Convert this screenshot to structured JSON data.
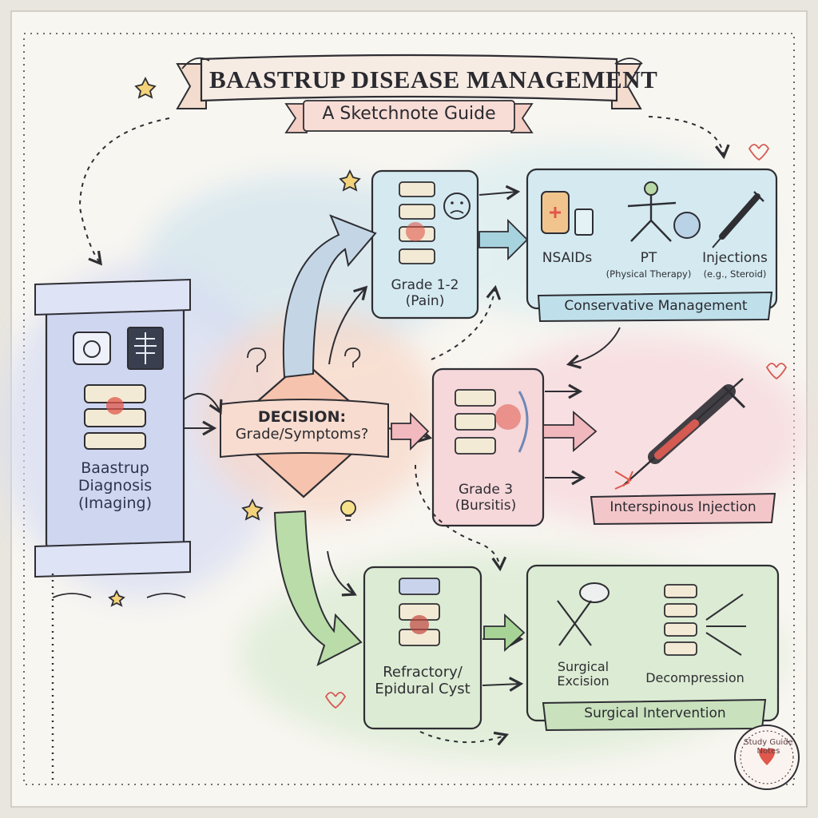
{
  "title": "BAASTRUP DISEASE MANAGEMENT",
  "subtitle": "A Sketchnote Guide",
  "diagnosis": {
    "label": "Baastrup\nDiagnosis\n(Imaging)"
  },
  "decision": {
    "heading": "DECISION:",
    "question": "Grade/Symptoms?"
  },
  "grade12": {
    "label": "Grade 1-2",
    "detail": "(Pain)"
  },
  "grade3": {
    "label": "Grade 3",
    "detail": "(Bursitis)"
  },
  "refractory": {
    "label": "Refractory/\nEpidural Cyst"
  },
  "conservative": {
    "items": [
      {
        "label": "NSAIDs",
        "sub": ""
      },
      {
        "label": "PT",
        "sub": "(Physical Therapy)"
      },
      {
        "label": "Injections",
        "sub": "(e.g., Steroid)"
      }
    ],
    "ribbon": "Conservative Management"
  },
  "interspinous": {
    "ribbon": "Interspinous Injection"
  },
  "surgical": {
    "items": [
      {
        "label": "Surgical\nExcision"
      },
      {
        "label": "Decompression"
      }
    ],
    "ribbon": "Surgical Intervention"
  },
  "badge": {
    "text": "Study Guide\nNotes"
  },
  "colors": {
    "paper": "#f8f6f1",
    "ink": "#2e2e33",
    "blue_panel": "#cfd6f0",
    "teal_panel": "#d4eaf0",
    "pink_panel": "#f6d7da",
    "green_panel": "#dcebd3",
    "diamond": "#f6c3ae",
    "accent_red": "#e0574b"
  }
}
